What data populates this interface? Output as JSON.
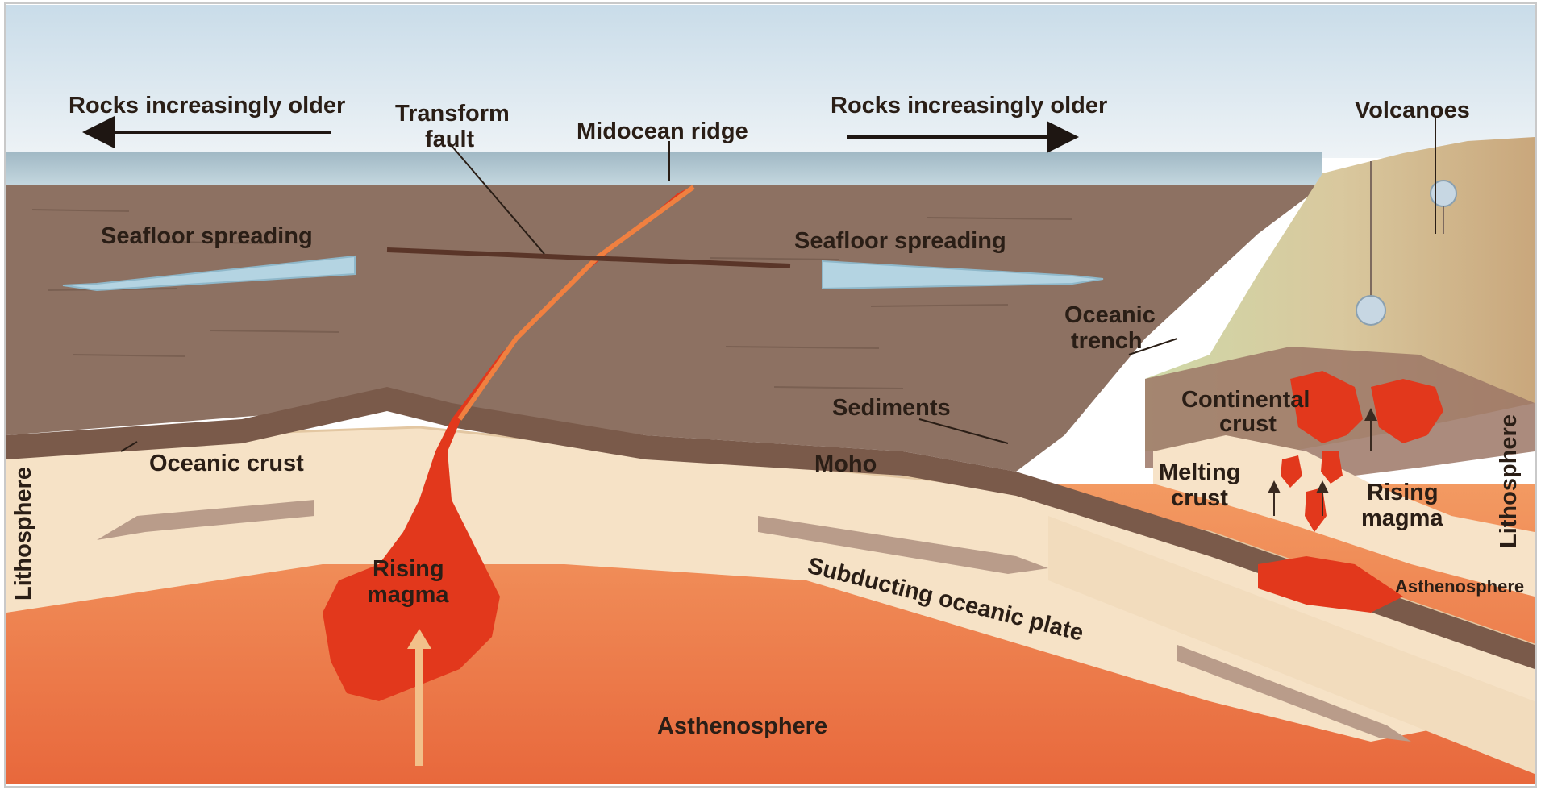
{
  "labels": {
    "rocks_older_left": "Rocks increasingly older",
    "rocks_older_right": "Rocks increasingly older",
    "transform_fault_1": "Transform",
    "transform_fault_2": "fault",
    "midocean_ridge": "Midocean ridge",
    "volcanoes": "Volcanoes",
    "seafloor_spreading_left": "Seafloor spreading",
    "seafloor_spreading_right": "Seafloor spreading",
    "oceanic_trench_1": "Oceanic",
    "oceanic_trench_2": "trench",
    "sediments": "Sediments",
    "continental_crust_1": "Continental",
    "continental_crust_2": "crust",
    "oceanic_crust": "Oceanic crust",
    "moho": "Moho",
    "melting_crust_1": "Melting",
    "melting_crust_2": "crust",
    "rising_magma_right_1": "Rising",
    "rising_magma_right_2": "magma",
    "lithosphere_left": "Lithosphere",
    "lithosphere_right": "Lithosphere",
    "rising_magma_center_1": "Rising",
    "rising_magma_center_2": "magma",
    "subducting_plate": "Subducting oceanic plate",
    "asthenosphere_right": "Asthenosphere",
    "asthenosphere_bottom": "Asthenosphere"
  },
  "colors": {
    "sky": "#dbe6ef",
    "ocean": "#b9d2dc",
    "seafloor": "#8f7466",
    "lithosphere": "#f4dfc4",
    "asthenosphere": "#ec7a4a",
    "magma": "#e23a1e",
    "continent": "#cfbf9a"
  }
}
